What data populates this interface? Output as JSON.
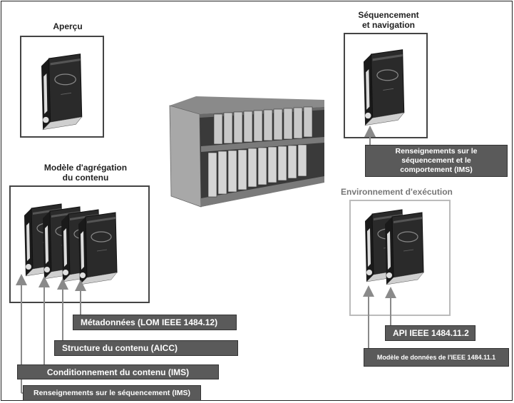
{
  "titles": {
    "apercu": "Aperçu",
    "sequencement": [
      "Séquencement",
      "et navigation"
    ],
    "modele": [
      "Modèle d'agrégation",
      "du contenu"
    ],
    "environnement": "Environnement d'exécution"
  },
  "labels": {
    "metadonnees": "Métadonnées (LOM IEEE 1484.12)",
    "structure": "Structure du contenu (AICC)",
    "conditionnement": "Conditionnement du contenu (IMS)",
    "renseignements_seq": "Renseignements sur le séquencement (IMS)",
    "renseignements_comp": [
      "Renseignements sur le",
      "séquencement et le",
      "comportement (IMS)"
    ],
    "api": "API IEEE 1484.11.2",
    "modele_donnees": "Modèle de données de l'IEEE 1484.11.1"
  },
  "colors": {
    "label_bg": "#5a5a5a",
    "arrow": "#8a8a8a",
    "border_dark": "#444444",
    "border_light": "#bbbbbb"
  }
}
